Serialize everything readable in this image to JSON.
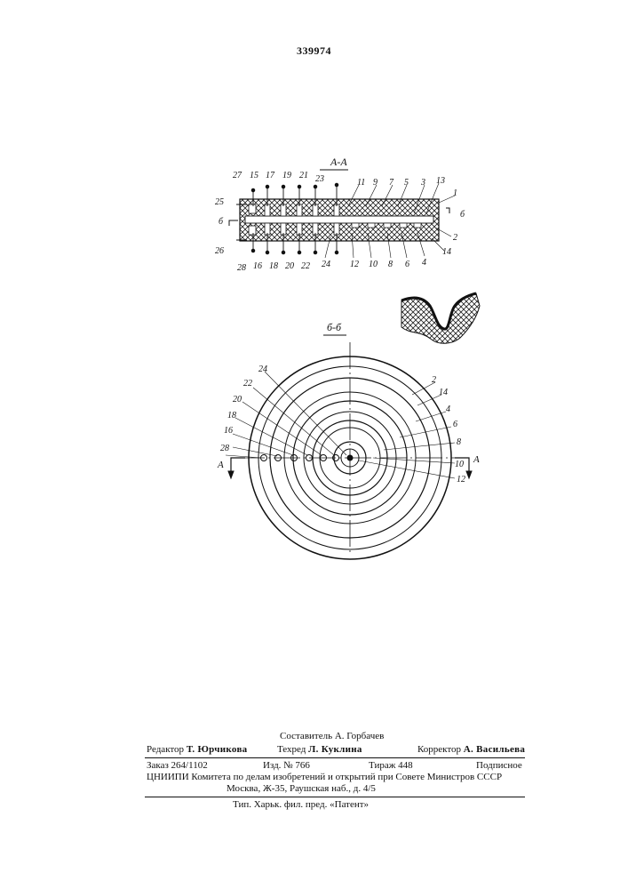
{
  "patent_number": "339974",
  "figures": {
    "section_a_title": "А-А",
    "section_b_title": "б-б",
    "section_mark_b": "б",
    "section_mark_a": "А",
    "top_labels": [
      "27",
      "15",
      "17",
      "19",
      "21",
      "23",
      "11",
      "9",
      "7",
      "5",
      "3",
      "13",
      "1"
    ],
    "bottom_labels": [
      "28",
      "16",
      "18",
      "20",
      "22",
      "24",
      "12",
      "10",
      "8",
      "6",
      "4",
      "14"
    ],
    "side_labels": [
      "25",
      "26",
      "2"
    ],
    "circle_labels_left": [
      "24",
      "22",
      "20",
      "18",
      "16",
      "28"
    ],
    "circle_labels_right": [
      "2",
      "14",
      "4",
      "6",
      "8",
      "10",
      "12"
    ]
  },
  "footer": {
    "compiler": "Составитель А. Горбачев",
    "editor_label": "Редактор",
    "editor": "Т. Юрчикова",
    "techred_label": "Техред",
    "techred": "Л. Куклина",
    "corrector_label": "Корректор",
    "corrector": "А. Васильева",
    "order": "Заказ 264/1102",
    "edition": "Изд. № 766",
    "circulation": "Тираж 448",
    "subscription": "Подписное",
    "org": "ЦНИИПИ Комитета по делам изобретений и открытий при Совете Министров СССР",
    "address": "Москва, Ж-35, Раушская наб., д. 4/5",
    "printer": "Тип. Харьк. фил. пред. «Патент»"
  }
}
